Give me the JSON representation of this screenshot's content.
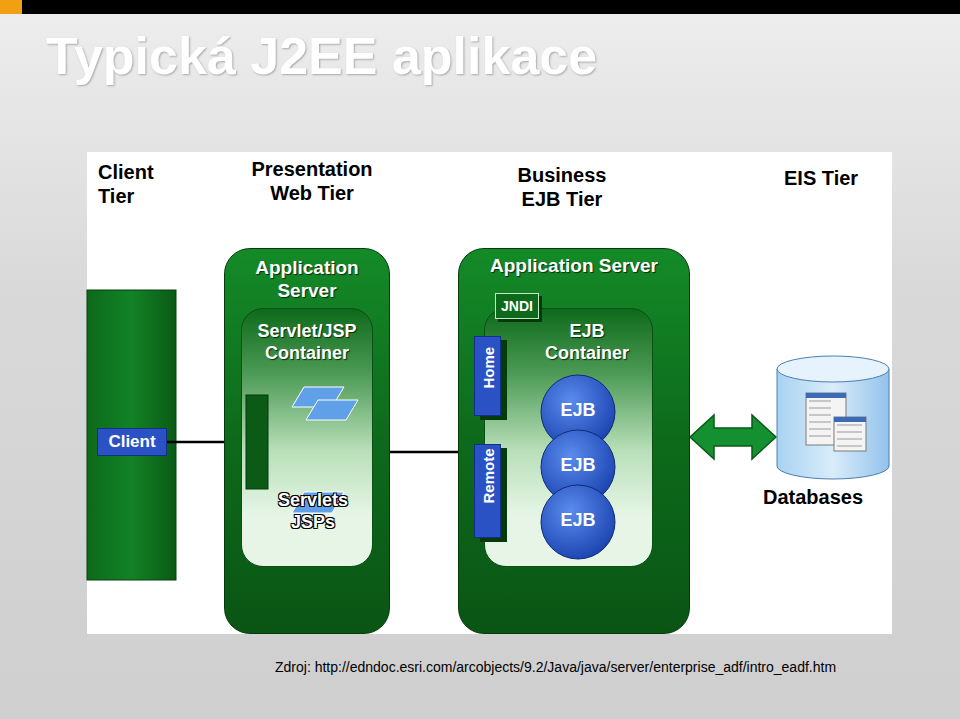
{
  "diagram": {
    "title": "Typická J2EE aplikace",
    "caption": "Zdroj: http://edndoc.esri.com/arcobjects/9.2/Java/java/server/enterprise_adf/intro_eadf.htm",
    "nodes": [
      {
        "text": [
          "Client"
        ]
      },
      {
        "text": [
          "Application Server"
        ]
      },
      {
        "text": [
          "Servlet/JSP Container",
          "Servlets JSPs"
        ],
        "in": 1
      },
      {
        "text": [
          "Application Server"
        ]
      },
      {
        "text": [
          "EJB Container"
        ],
        "in": 3
      },
      {
        "text": [
          "JNDI"
        ],
        "in": 3
      },
      {
        "text": [
          "Home"
        ],
        "in": 3
      },
      {
        "text": [
          "Remote"
        ],
        "in": 3
      },
      {
        "text": [
          "EJB"
        ],
        "in": 4
      },
      {
        "text": [
          "EJB"
        ],
        "in": 4
      },
      {
        "text": [
          "EJB"
        ],
        "in": 4
      },
      {
        "text": [
          "Databases"
        ]
      }
    ],
    "edges": [
      {
        "from": 0,
        "to": 2,
        "arrow": "to"
      },
      {
        "from": 2,
        "to": 7,
        "arrow": "to"
      },
      {
        "from": 3,
        "to": 11,
        "arrow": "both"
      }
    ],
    "labels": [
      "Client Tier",
      "Presentation Web Tier",
      "Business EJB Tier",
      "EIS Tier"
    ]
  }
}
